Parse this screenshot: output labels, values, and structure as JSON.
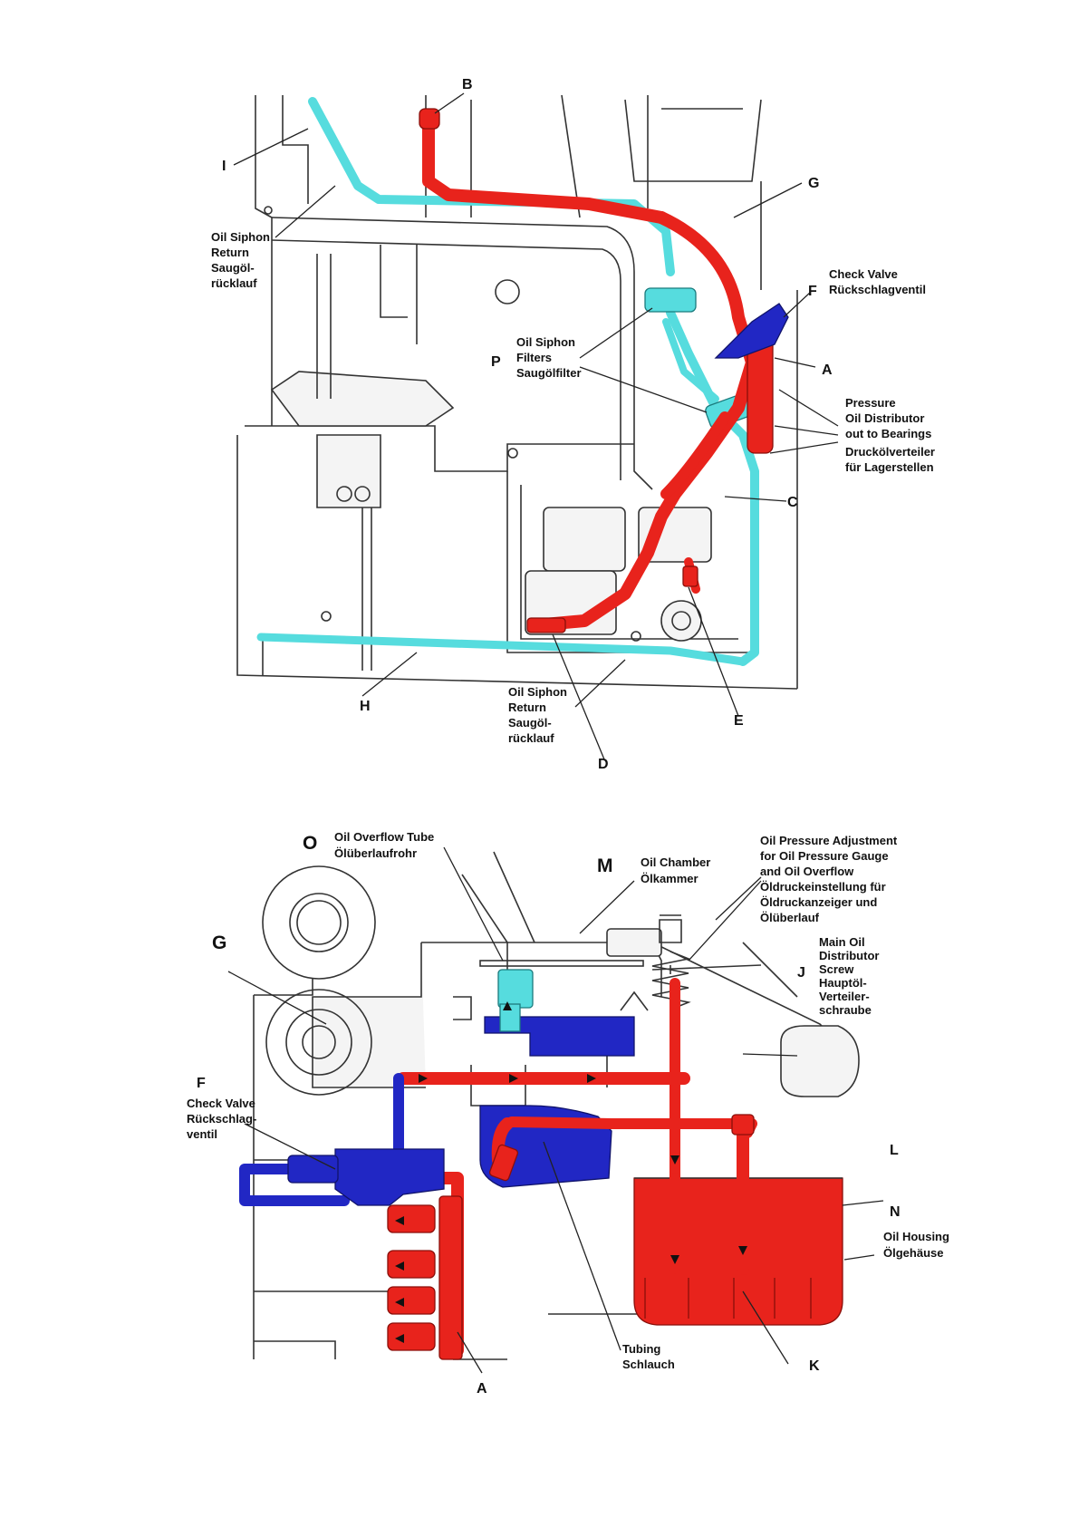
{
  "colors": {
    "pressure_oil": "#e8231c",
    "siphon_return": "#56dcde",
    "check_valve_oil": "#2127c4"
  },
  "top_diagram": {
    "letters": {
      "A": "A",
      "B": "B",
      "C": "C",
      "D": "D",
      "E": "E",
      "F": "F",
      "G": "G",
      "H": "H",
      "I": "I",
      "P": "P"
    },
    "siphon_return_top": [
      "Oil Siphon",
      "Return",
      "Saugöl-",
      "rücklauf"
    ],
    "siphon_filters": [
      "Oil Siphon",
      "Filters",
      "Saugölfilter"
    ],
    "check_valve": [
      "Check Valve",
      "Rückschlagventil"
    ],
    "pressure_distributor": [
      "Pressure",
      "Oil Distributor",
      "out to Bearings",
      "Druckölverteiler",
      "für Lagerstellen"
    ],
    "siphon_return_bottom": [
      "Oil Siphon",
      "Return",
      "Saugöl-",
      "rücklauf"
    ]
  },
  "bottom_diagram": {
    "letters": {
      "O": "O",
      "M": "M",
      "G": "G",
      "J": "J",
      "F": "F",
      "L": "L",
      "N": "N",
      "A": "A",
      "K": "K"
    },
    "overflow_tube": [
      "Oil Overflow Tube",
      "Ölüberlaufrohr"
    ],
    "oil_chamber": [
      "Oil Chamber",
      "Ölkammer"
    ],
    "pressure_adjustment": [
      "Oil Pressure Adjustment",
      "for Oil Pressure Gauge",
      "and Oil Overflow",
      "Öldruckeinstellung für",
      "Öldruckanzeiger und",
      "Ölüberlauf"
    ],
    "main_distributor": [
      "Main Oil",
      "Distributor",
      "Screw",
      "Hauptöl-",
      "Verteiler-",
      "schraube"
    ],
    "check_valve": [
      "Check Valve",
      "Rückschlag-",
      "ventil"
    ],
    "oil_housing": [
      "Oil Housing",
      "Ölgehäuse"
    ],
    "tubing": [
      "Tubing",
      "Schlauch"
    ]
  }
}
